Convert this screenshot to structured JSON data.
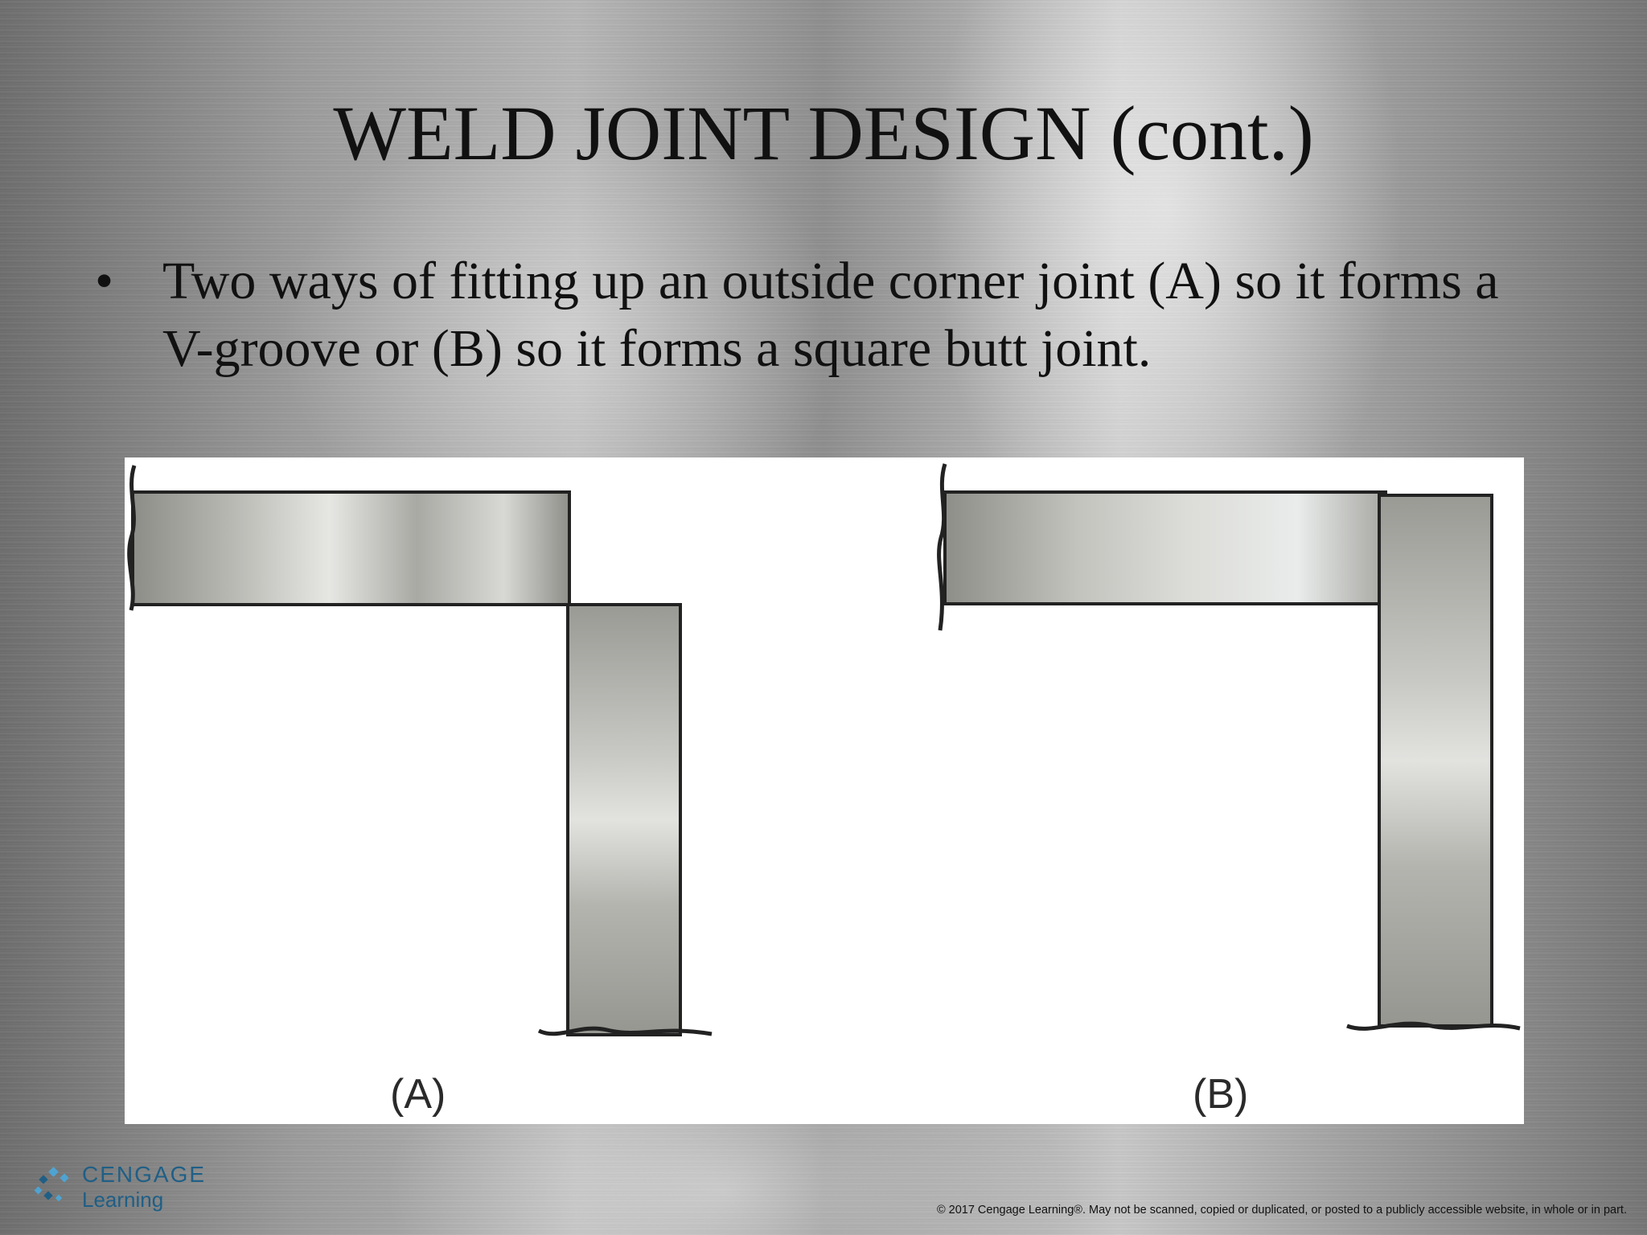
{
  "slide": {
    "title": "WELD JOINT DESIGN (cont.)",
    "bullet_mark": "•",
    "bullet_text": "Two ways of fitting up an outside corner joint (A) so it forms a V-groove or (B) so it forms a square butt joint."
  },
  "figure": {
    "label_a": "(A)",
    "label_b": "(B)"
  },
  "footer": {
    "logo_line1": "CENGAGE",
    "logo_line2": "Learning",
    "copyright": "© 2017 Cengage Learning®. May not be scanned, copied or duplicated, or posted to a publicly accessible website, in whole or in part."
  },
  "colors": {
    "logo_blue": "#1f5f86",
    "logo_light_blue": "#4fa3d1"
  }
}
